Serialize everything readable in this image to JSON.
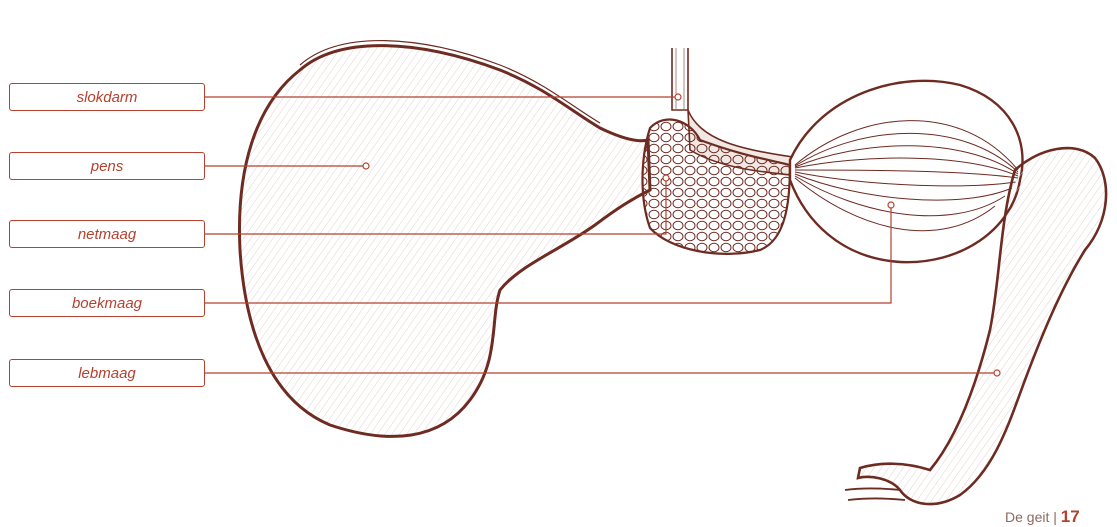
{
  "labels": {
    "slokdarm": "slokdarm",
    "pens": "pens",
    "netmaag": "netmaag",
    "boekmaag": "boekmaag",
    "lebmaag": "lebmaag"
  },
  "footer": {
    "title": "De geit",
    "page": "17"
  },
  "colors": {
    "accent": "#b5412f",
    "ink": "#6e2b22",
    "fill": "#fbf6f3"
  }
}
